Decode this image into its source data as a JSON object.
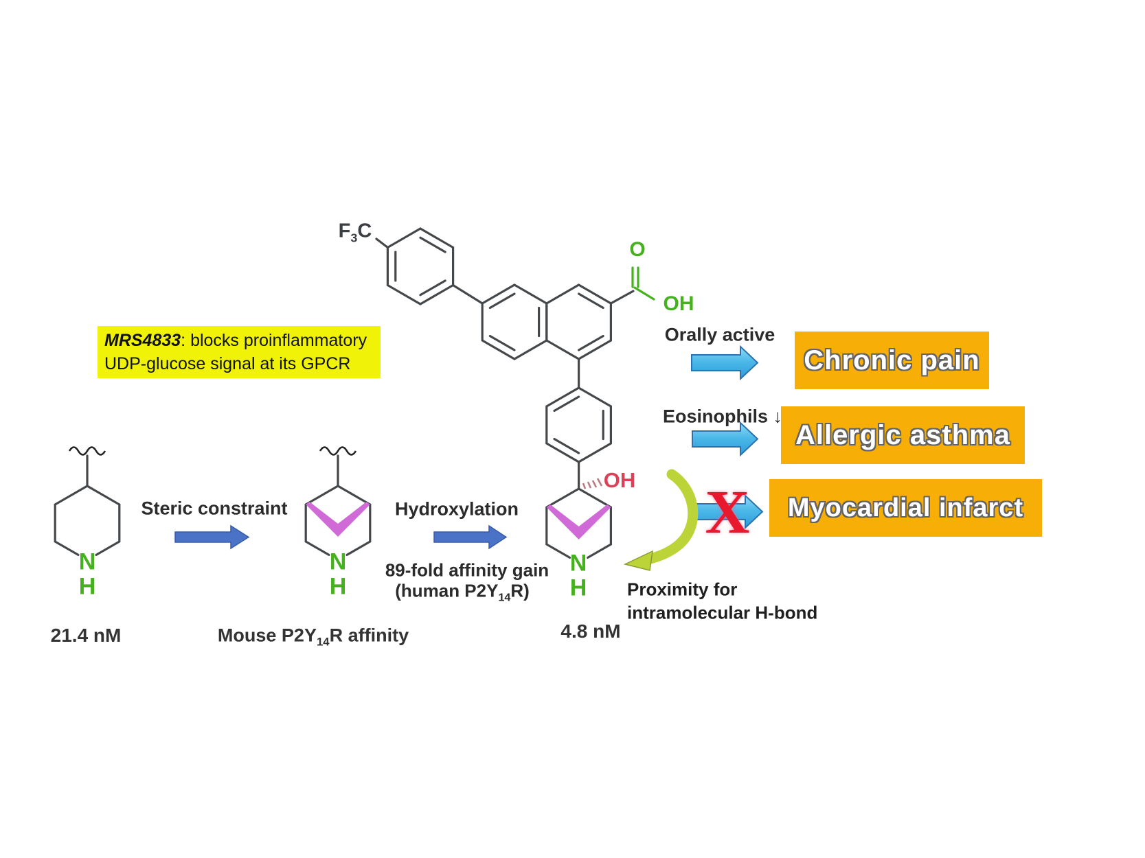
{
  "molecule_labels": {
    "cf3_f": "F",
    "cf3_sub": "3",
    "cf3_c": "C",
    "carbonyl_o": "O",
    "acid_oh": "OH",
    "hydroxyl_oh": "OH",
    "amine_n": "N",
    "amine_h": "H"
  },
  "note": {
    "compound": "MRS4833",
    "line1_rest": ": blocks proinflammatory",
    "line2": "UDP-glucose signal at its GPCR"
  },
  "transformations": {
    "step1": "Steric constraint",
    "step2": "Hydroxylation",
    "gain_line1": "89-fold affinity gain",
    "gain_pre": "(human P2Y",
    "gain_sub": "14",
    "gain_post": "R)"
  },
  "affinities": {
    "parent_value": "21.4 nM",
    "mouse_pre": "Mouse P2Y",
    "mouse_sub": "14",
    "mouse_post": "R affinity",
    "final_value": "4.8 nM"
  },
  "hbond_note": {
    "line1": "Proximity for",
    "line2": "intramolecular H-bond"
  },
  "outcomes": [
    {
      "label": "Orally active",
      "box": "Chronic pain"
    },
    {
      "label": "Eosinophils ↓",
      "box": "Allergic asthma"
    },
    {
      "label": "",
      "box": "Myocardial infarct"
    }
  ],
  "blocked_mark": "X",
  "colors": {
    "note_bg": "#f0f307",
    "outcome_box_bg": "#f7af07",
    "outcome_text": "#ffffff",
    "royal_arrow_blue": "#4a73c8",
    "cyan_arrow": "#4db9e9",
    "heteroatom_green": "#46b11f",
    "hydroxyl_red": "#dc4257",
    "bridge_purple": "#cf6ad6",
    "hbond_arrow_green": "#bcd437",
    "blocked_x_red": "#e8192e",
    "bond_gray": "#45484b"
  }
}
